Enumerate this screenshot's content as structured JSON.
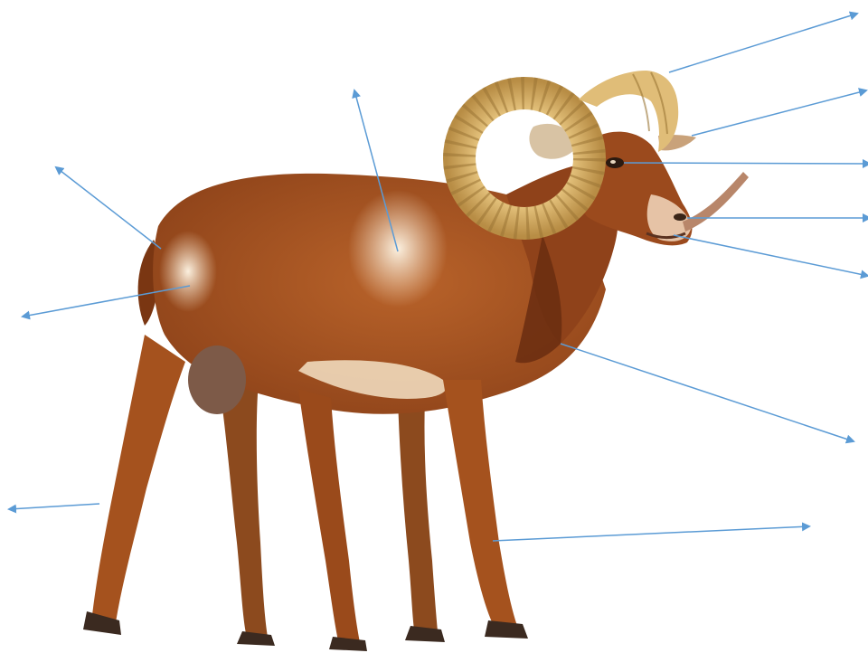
{
  "figure": {
    "subject": "mouflon-ram",
    "background": "#ffffff",
    "colors": {
      "pointer": "#5b9bd5",
      "coat": "#a8531f",
      "coat_dark": "#7a3612",
      "saddle_patch": "#f3dcc0",
      "belly": "#efd9bb",
      "horn": "#d9b36a",
      "horn_ridge": "#9a7434",
      "muzzle": "#e6c3a6",
      "hoof": "#3b2a20"
    },
    "pointer_labels": [
      {
        "id": "horn-tip",
        "text": ""
      },
      {
        "id": "ear",
        "text": ""
      },
      {
        "id": "eye",
        "text": ""
      },
      {
        "id": "nose",
        "text": ""
      },
      {
        "id": "mouth",
        "text": ""
      },
      {
        "id": "neck-mane",
        "text": ""
      },
      {
        "id": "foreleg",
        "text": ""
      },
      {
        "id": "saddle-patch",
        "text": ""
      },
      {
        "id": "rump-back",
        "text": ""
      },
      {
        "id": "rump-patch",
        "text": ""
      },
      {
        "id": "hind-leg",
        "text": ""
      }
    ]
  }
}
